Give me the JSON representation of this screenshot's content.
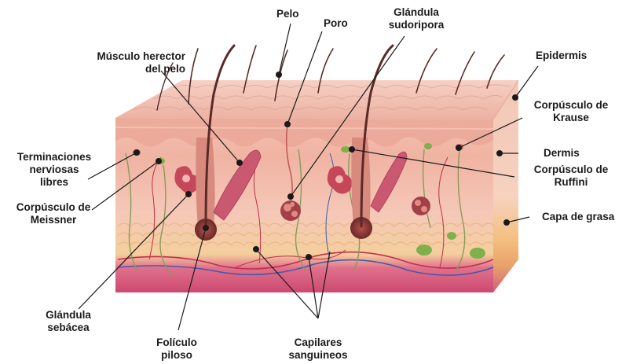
{
  "labels": {
    "pelo": "Pelo",
    "poro": "Poro",
    "glandula_sudoripora": [
      "Glándula",
      "sudoripora"
    ],
    "musculo_erector": [
      "Músculo herector",
      "del pelo"
    ],
    "epidermis": "Epidermis",
    "corpusculo_krause": [
      "Corpúsculo de",
      "Krause"
    ],
    "dermis": "Dermis",
    "corpusculo_ruffini": [
      "Corpúsculo de",
      "Ruffini"
    ],
    "capa_grasa": "Capa de grasa",
    "terminaciones": [
      "Terminaciones",
      "nerviosas",
      "libres"
    ],
    "corpusculo_meissner": [
      "Corpúsculo de",
      "Meissner"
    ],
    "glandula_sebacea": [
      "Glándula",
      "sebácea"
    ],
    "foliculo": [
      "Folículo",
      "piloso"
    ],
    "capilares": [
      "Capilares",
      "sanguineos"
    ]
  },
  "colors": {
    "skin_top": "#f2c0b4",
    "skin_mid": "#f0b9ab",
    "dermis": "#f6c7b8",
    "fat": "#f3c98e",
    "muscle_band": "#d8587a",
    "hair": "#5a2a26",
    "nerve": "#8a9a5a",
    "vessel_red": "#c0304a",
    "vessel_blue": "#4a58a8",
    "corpuscle_green": "#7fb04a",
    "line": "#1a1a1a"
  }
}
